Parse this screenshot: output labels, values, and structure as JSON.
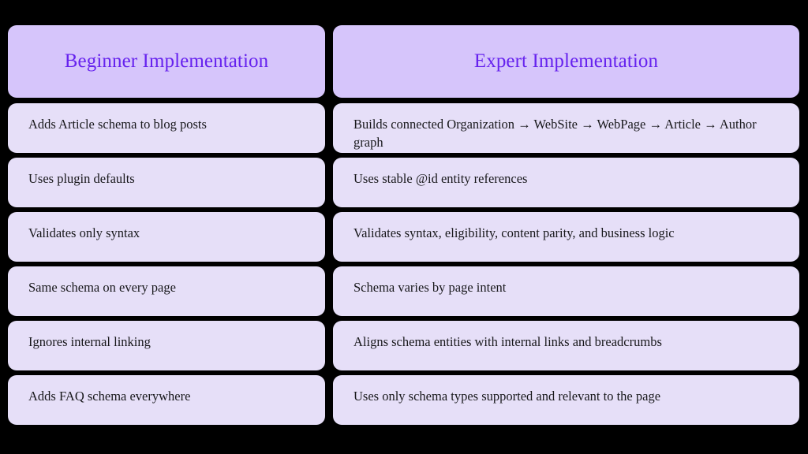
{
  "background_color": "#000000",
  "theme": {
    "header_bg": "#d6c5fb",
    "header_text": "#6622ee",
    "cell_bg": "#e6dff8",
    "cell_text": "#18181b"
  },
  "comparison_table": {
    "columns": [
      {
        "id": "beginner",
        "header": "Beginner Implementation",
        "rows": [
          "Adds Article schema to blog posts",
          "Uses plugin defaults",
          "Validates only syntax",
          "Same schema on every page",
          "Ignores internal linking",
          "Adds FAQ schema everywhere"
        ]
      },
      {
        "id": "expert",
        "header": "Expert Implementation",
        "rows": [
          "Builds connected Organization → WebSite → WebPage → Article → Author graph",
          "Uses stable @id entity references",
          "Validates syntax, eligibility, content parity, and business logic",
          "Schema varies by page intent",
          "Aligns schema entities with internal links and breadcrumbs",
          "Uses only schema types supported and relevant to the page"
        ]
      }
    ]
  }
}
